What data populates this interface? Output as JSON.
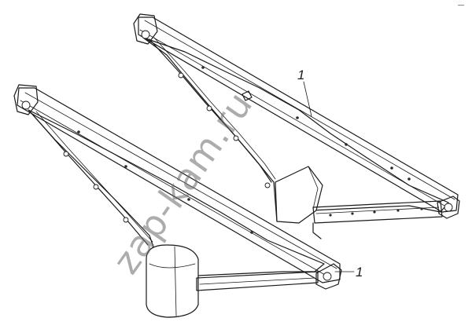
{
  "drawing": {
    "callouts": [
      {
        "id": "upper",
        "text": "1"
      },
      {
        "id": "lower",
        "text": "1"
      }
    ],
    "watermark": "zap-kam.ru",
    "corner_mark": "—"
  }
}
